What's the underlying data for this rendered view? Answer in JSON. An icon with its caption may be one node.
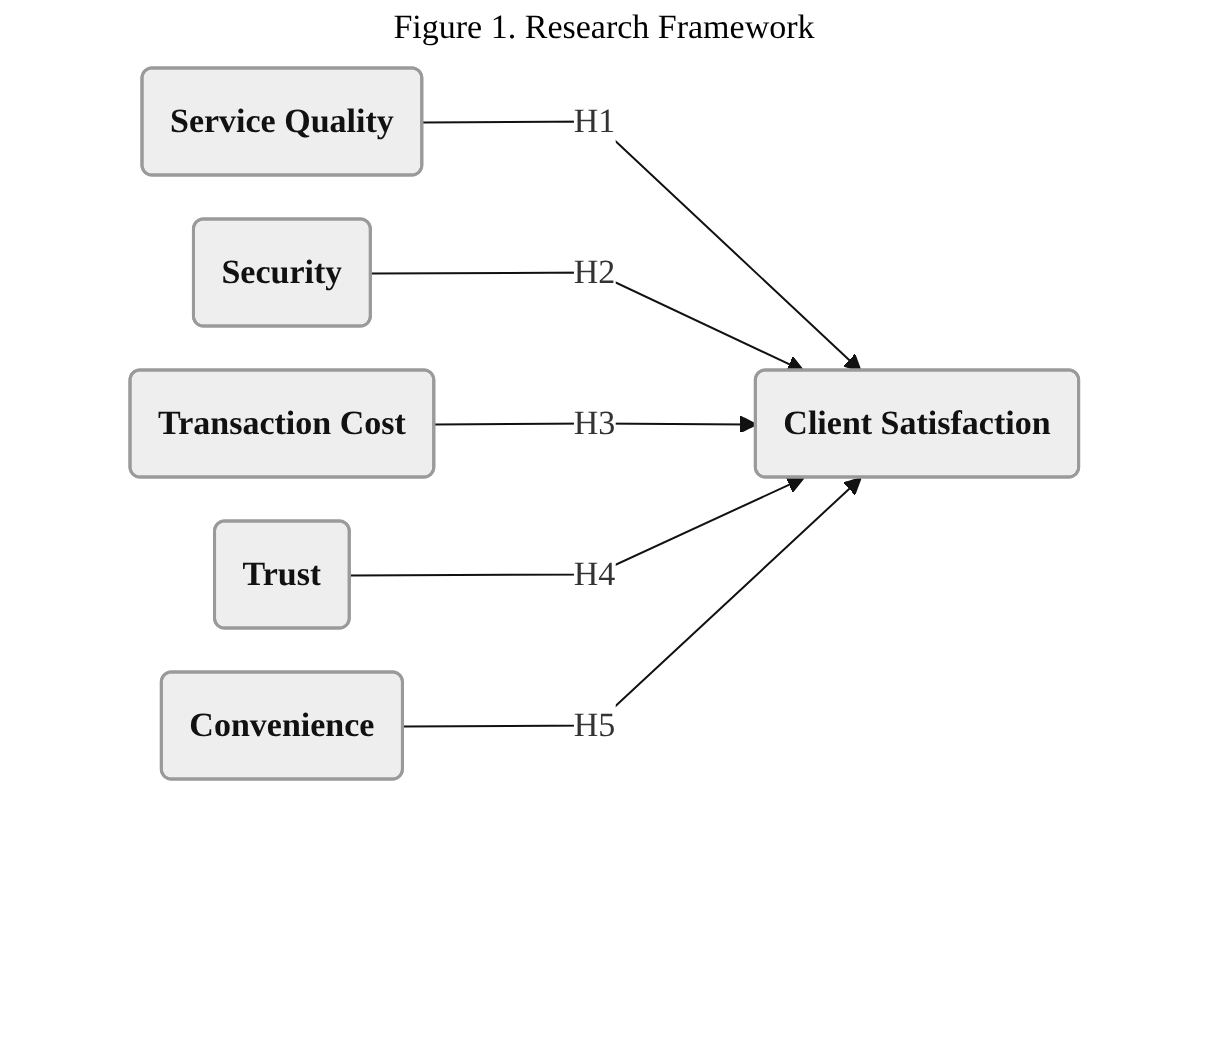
{
  "diagram": {
    "title": "Figure 1. Research Framework",
    "nodes": [
      {
        "text": [
          "Service Quality"
        ]
      },
      {
        "text": [
          "Security"
        ]
      },
      {
        "text": [
          "Transaction Cost"
        ]
      },
      {
        "text": [
          "Trust"
        ]
      },
      {
        "text": [
          "Convenience"
        ]
      },
      {
        "text": [
          "Client Satisfaction"
        ]
      }
    ],
    "edges": [
      {
        "from": 0,
        "to": 5,
        "arrow": "to",
        "label": "H1"
      },
      {
        "from": 1,
        "to": 5,
        "arrow": "to",
        "label": "H2"
      },
      {
        "from": 2,
        "to": 5,
        "arrow": "to",
        "label": "H3"
      },
      {
        "from": 3,
        "to": 5,
        "arrow": "to",
        "label": "H4"
      },
      {
        "from": 4,
        "to": 5,
        "arrow": "to",
        "label": "H5"
      }
    ]
  }
}
